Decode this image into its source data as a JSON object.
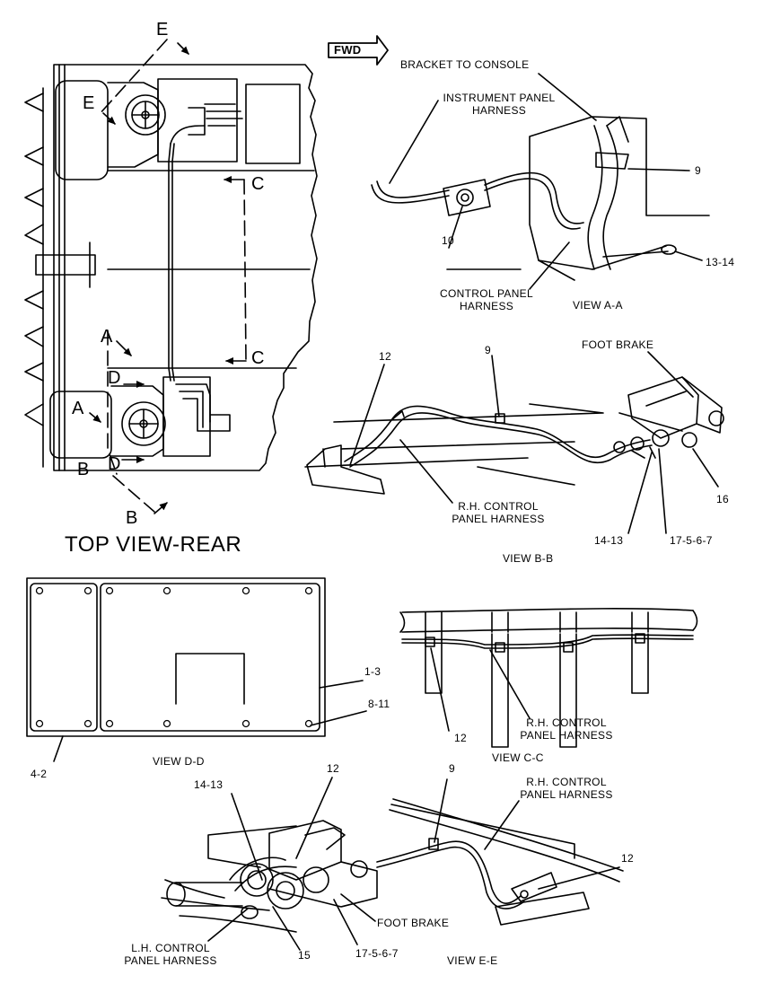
{
  "diagram": {
    "fwd": "FWD",
    "top_view_title": "TOP VIEW-REAR",
    "section_letters": {
      "e_top": "E",
      "e_inner": "E",
      "c_upper": "C",
      "c_lower": "C",
      "a_outer": "A",
      "a_inner": "A",
      "d_upper": "D",
      "d_lower": "D",
      "b_inner": "B",
      "b_outer": "B"
    },
    "view_aa": {
      "title": "VIEW A-A",
      "bracket_to_console": "BRACKET TO CONSOLE",
      "instrument_panel_harness": [
        "INSTRUMENT PANEL",
        "HARNESS"
      ],
      "control_panel_harness": [
        "CONTROL PANEL",
        "HARNESS"
      ],
      "part_9": "9",
      "part_10": "10",
      "part_13_14": "13-14"
    },
    "view_bb": {
      "title": "VIEW B-B",
      "foot_brake": "FOOT BRAKE",
      "rh_control_panel_harness": [
        "R.H. CONTROL",
        "PANEL HARNESS"
      ],
      "part_12": "12",
      "part_9": "9",
      "part_16": "16",
      "part_14_13": "14-13",
      "part_17_5_6_7": "17-5-6-7"
    },
    "view_dd": {
      "title": "VIEW D-D",
      "part_1_3": "1-3",
      "part_8_11": "8-11",
      "part_4_2": "4-2"
    },
    "view_cc": {
      "title": "VIEW C-C",
      "rh_control_panel_harness": [
        "R.H. CONTROL",
        "PANEL HARNESS"
      ],
      "part_12": "12"
    },
    "view_ee": {
      "title": "VIEW E-E",
      "part_12_top": "12",
      "part_14_13": "14-13",
      "part_9": "9",
      "rh_control_panel_harness": [
        "R.H. CONTROL",
        "PANEL HARNESS"
      ],
      "part_12_right": "12",
      "foot_brake": "FOOT BRAKE",
      "lh_control_panel_harness": [
        "L.H. CONTROL",
        "PANEL HARNESS"
      ],
      "part_15": "15",
      "part_17_5_6_7": "17-5-6-7"
    }
  }
}
